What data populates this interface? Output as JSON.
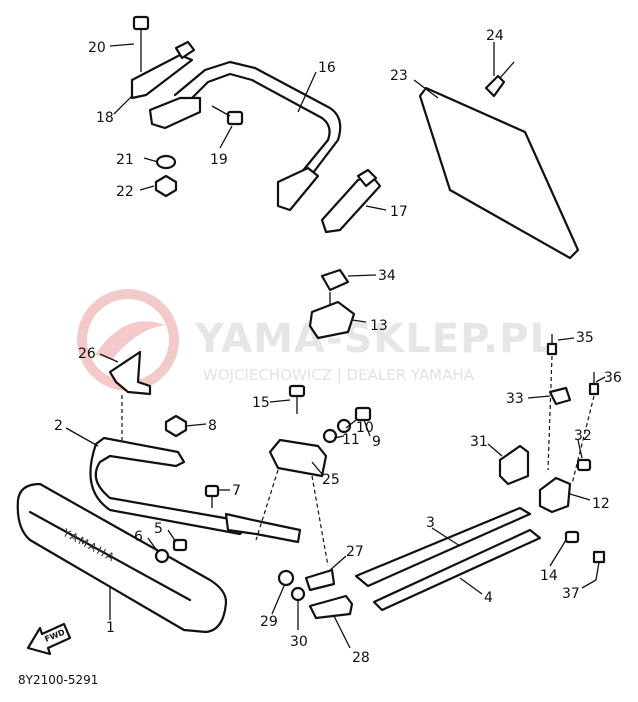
{
  "watermark": {
    "title": "YAMA-SKLEP.PL",
    "subtitle": "WOJCIECHOWICZ | DEALER YAMAHA"
  },
  "diagram_code": "8Y2100-5291",
  "fwd_label": "FWD",
  "bumper_text": "YAMAHA",
  "callouts": {
    "p1": "1",
    "p2": "2",
    "p3": "3",
    "p4": "4",
    "p5": "5",
    "p6": "6",
    "p7": "7",
    "p8": "8",
    "p9": "9",
    "p10": "10",
    "p11": "11",
    "p12": "12",
    "p13": "13",
    "p14": "14",
    "p15": "15",
    "p16": "16",
    "p17": "17",
    "p18": "18",
    "p19": "19",
    "p20": "20",
    "p21": "21",
    "p22": "22",
    "p23": "23",
    "p24": "24",
    "p25": "25",
    "p26": "26",
    "p27": "27",
    "p28": "28",
    "p29": "29",
    "p30": "30",
    "p31": "31",
    "p32": "32",
    "p33": "33",
    "p34": "34",
    "p35": "35",
    "p36": "36",
    "p37": "37"
  },
  "colors": {
    "watermark_logo": "#f3c9c9",
    "ink": "#111111"
  }
}
